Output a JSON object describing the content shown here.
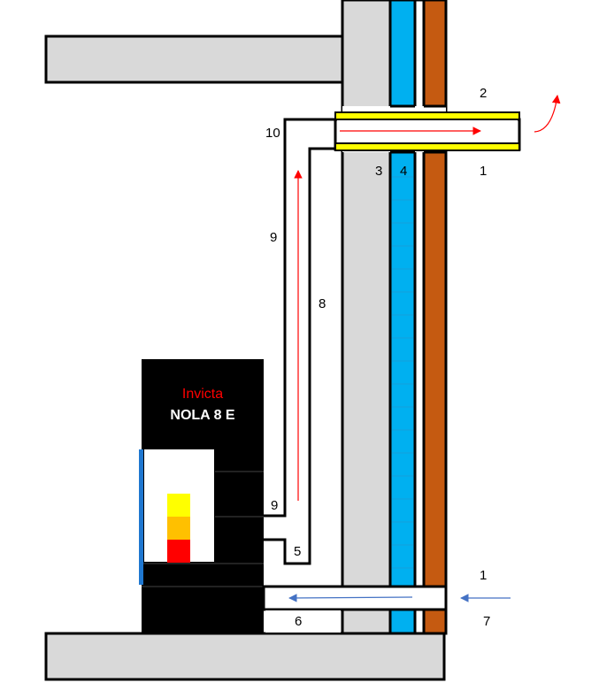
{
  "stove": {
    "brand": "Invicta",
    "model": "NOLA 8 E"
  },
  "labels": {
    "l1_top": "1",
    "l2_top": "2",
    "l3": "3",
    "l4": "4",
    "l5": "5",
    "l6": "6",
    "l7": "7",
    "l8": "8",
    "l9_upper": "9",
    "l9_lower": "9",
    "l10": "10",
    "l1_bottom": "1"
  },
  "colors": {
    "concrete": "#d9d9d9",
    "insulation": "#00b0f0",
    "brick": "#c55a11",
    "pipe_sleeve": "#ffff00",
    "flame_top": "#ffff00",
    "flame_mid": "#ffc000",
    "flame_bottom": "#ff0000",
    "exhaust_arrow": "#ff0000",
    "intake_arrow": "#4472c4",
    "stove_body": "#000000",
    "stove_glass_edge": "#1f77d0",
    "brand_text": "#ff0000",
    "model_text": "#ffffff"
  }
}
